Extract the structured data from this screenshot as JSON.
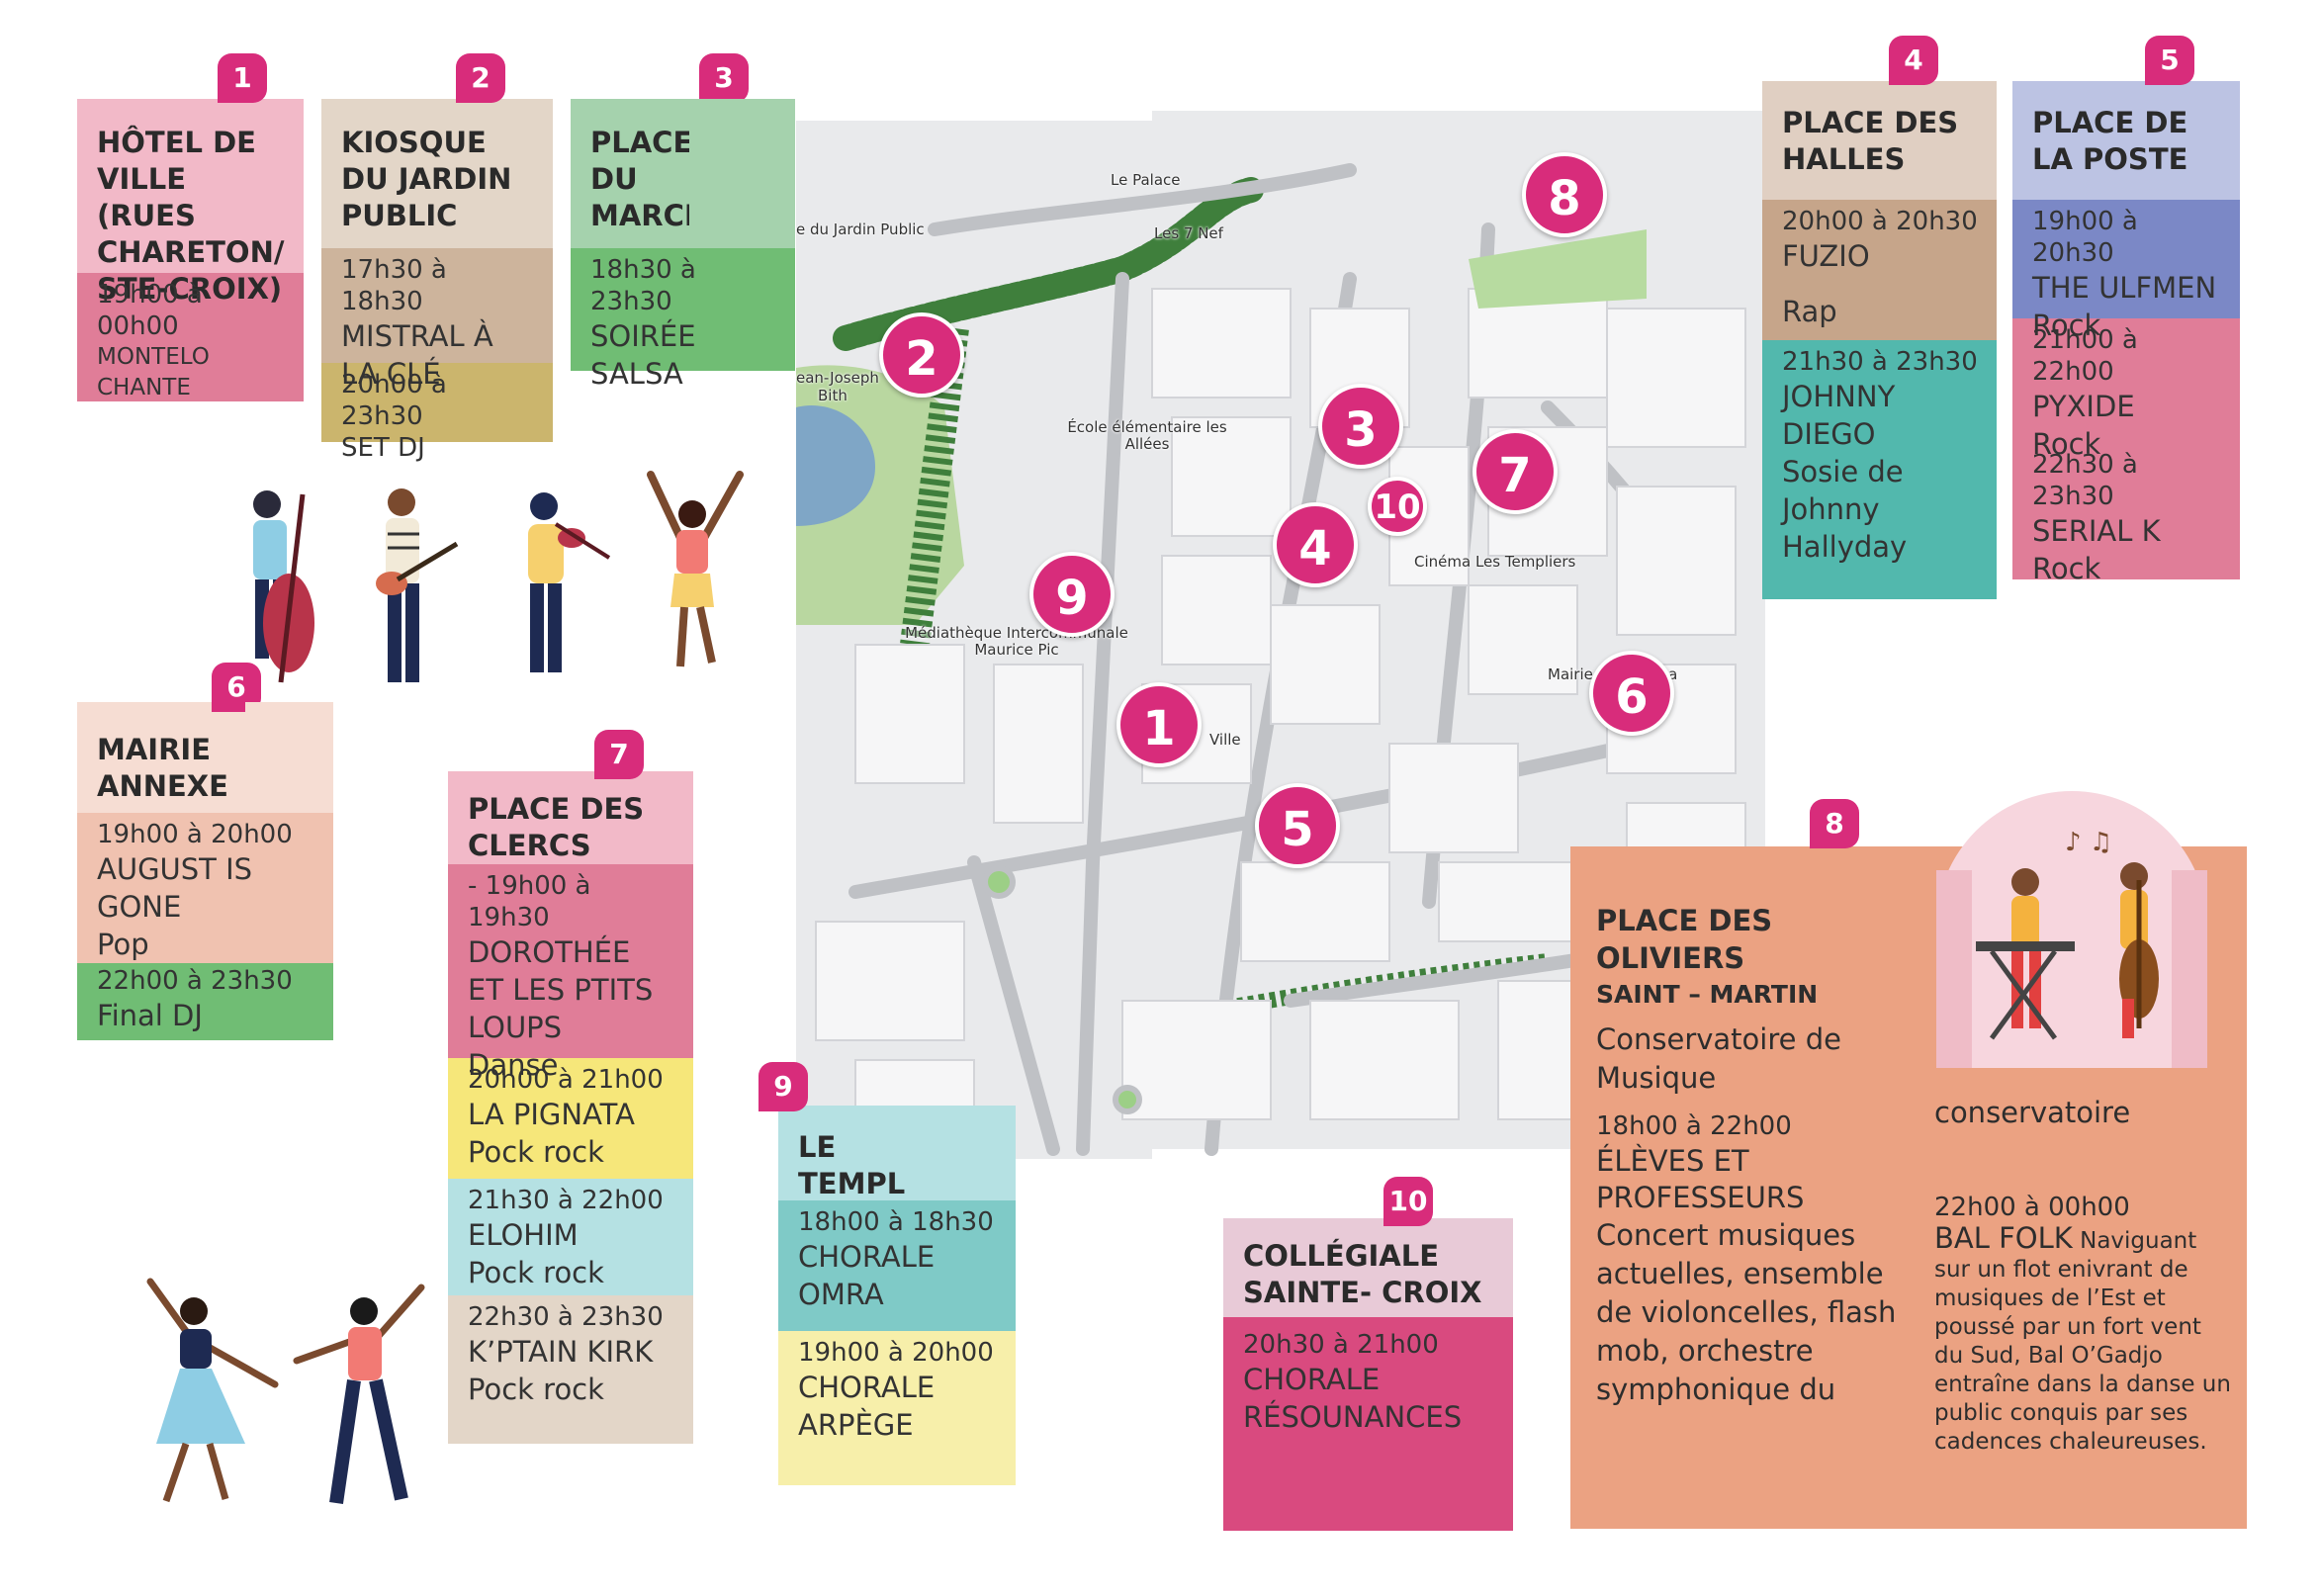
{
  "map": {
    "labels": {
      "jardin": "e du Jardin Public",
      "le_palace": "Le Palace",
      "les7nef": "Les 7 Nef",
      "jean_joseph": "ean-Joseph",
      "bith": "Bith",
      "ecole": "École élémentaire les Allées",
      "cinema": "Cinéma Les Templiers",
      "mediatheque": "Médiathèque Intercommunale Maurice Pic",
      "mairie_chapea": "Mairie de Chapea",
      "ville": "Ville"
    },
    "markers": [
      "1",
      "2",
      "3",
      "4",
      "5",
      "6",
      "7",
      "8",
      "9",
      "10"
    ]
  },
  "venues": [
    {
      "num": "1",
      "title": "HÔTEL DE VILLE (RUES CHARETON/ STE-CROIX)",
      "events": [
        {
          "time": "19h00 à 00h00",
          "name": "MONTELO CHANTE",
          "genre": ""
        }
      ]
    },
    {
      "num": "2",
      "title": "KIOSQUE DU JARDIN PUBLIC",
      "events": [
        {
          "time": "17h30 à 18h30",
          "name": "MISTRAL À LA CLÉ",
          "genre": ""
        },
        {
          "time": "20h00 à 23h30",
          "name": "SET DJ",
          "genre": ""
        }
      ]
    },
    {
      "num": "3",
      "title": "PLACE DU MARCHÉ",
      "events": [
        {
          "time": "18h30 à 23h30",
          "name": "SOIRÉE SALSA",
          "genre": ""
        }
      ]
    },
    {
      "num": "4",
      "title": "PLACE DES HALLES",
      "events": [
        {
          "time": "20h00 à 20h30",
          "name": "FUZIO",
          "genre": "Rap"
        },
        {
          "time": "21h30 à 23h30",
          "name": "JOHNNY DIEGO",
          "genre": "Sosie de Johnny Hallyday"
        }
      ]
    },
    {
      "num": "5",
      "title": "PLACE DE LA POSTE",
      "events": [
        {
          "time": "19h00 à 20h30",
          "name": "THE ULFMEN",
          "genre": "Rock"
        },
        {
          "time": "21h00 à 22h00",
          "name": "PYXIDE",
          "genre": "Rock"
        },
        {
          "time": "22h30 à 23h30",
          "name": "SERIAL K",
          "genre": "Rock"
        }
      ]
    },
    {
      "num": "6",
      "title": "MAIRIE ANNEXE",
      "events": [
        {
          "time": "19h00 à 20h00",
          "name": "AUGUST IS GONE",
          "genre": "Pop"
        },
        {
          "time": "22h00 à 23h30",
          "name": "Final DJ",
          "genre": ""
        }
      ]
    },
    {
      "num": "7",
      "title": "PLACE DES CLERCS",
      "events": [
        {
          "time": "- 19h00 à 19h30",
          "name": "DOROTHÉE ET LES PTITS LOUPS",
          "genre": "Danse"
        },
        {
          "time": "20h00 à 21h00",
          "name": "LA PIGNATA",
          "genre": "Pock rock"
        },
        {
          "time": "21h30 à 22h00",
          "name": "ELOHIM",
          "genre": "Pock rock"
        },
        {
          "time": "22h30 à 23h30",
          "name": "K’PTAIN KIRK",
          "genre": "Pock rock"
        }
      ]
    },
    {
      "num": "8",
      "title": "PLACE DES OLIVIERS",
      "subtitle": "SAINT – MARTIN",
      "events": [
        {
          "time": "",
          "name": "Conservatoire de Musique",
          "genre": ""
        },
        {
          "time": "18h00 à 22h00",
          "name": "ÉLÈVES ET PROFESSEURS",
          "genre": "Concert musiques actuelles, ensemble de violoncelles, flash mob, orchestre symphonique du"
        },
        {
          "time": "",
          "name": "conservatoire",
          "genre": ""
        },
        {
          "time": "22h00 à 00h00",
          "name": "BAL FOLK",
          "genre": "Naviguant sur un flot enivrant de musiques de l’Est et poussé par un fort vent du Sud, Bal O’Gadjo entraîne dans la danse un public conquis par ses cadences chaleureuses."
        }
      ]
    },
    {
      "num": "9",
      "title": "LE TEMPLE",
      "events": [
        {
          "time": "18h00 à 18h30",
          "name": "CHORALE OMRA",
          "genre": ""
        },
        {
          "time": "19h00 à 20h00",
          "name": "CHORALE ARPÈGE",
          "genre": ""
        }
      ]
    },
    {
      "num": "10",
      "title": "COLLÉGIALE SAINTE- CROIX",
      "events": [
        {
          "time": "20h30 à 21h00",
          "name": "CHORALE RÉSOUNANCES",
          "genre": ""
        }
      ]
    }
  ],
  "colors": {
    "badge": "#d82c7b",
    "pink_light": "#f2b9c8",
    "pink_dark": "#e07d98",
    "beige": "#e3d6c8",
    "brown_light": "#cdb49c",
    "khaki": "#cbb56d",
    "green_light": "#a5d2ad",
    "green": "#70bd74",
    "taupe": "#e0cfc2",
    "brown": "#c6a58a",
    "teal": "#52b8ad",
    "lavender": "#bcc3e3",
    "blue": "#7b88c6",
    "salmon_light": "#f6ddd3",
    "salmon": "#f0c2b0",
    "yellow": "#f6e77a",
    "aqua_light": "#b5e1e3",
    "aqua": "#7fcac7",
    "cream": "#f7efaa",
    "mauve": "#e8cad7",
    "magenta": "#d94a7f",
    "orange": "#eba282"
  }
}
